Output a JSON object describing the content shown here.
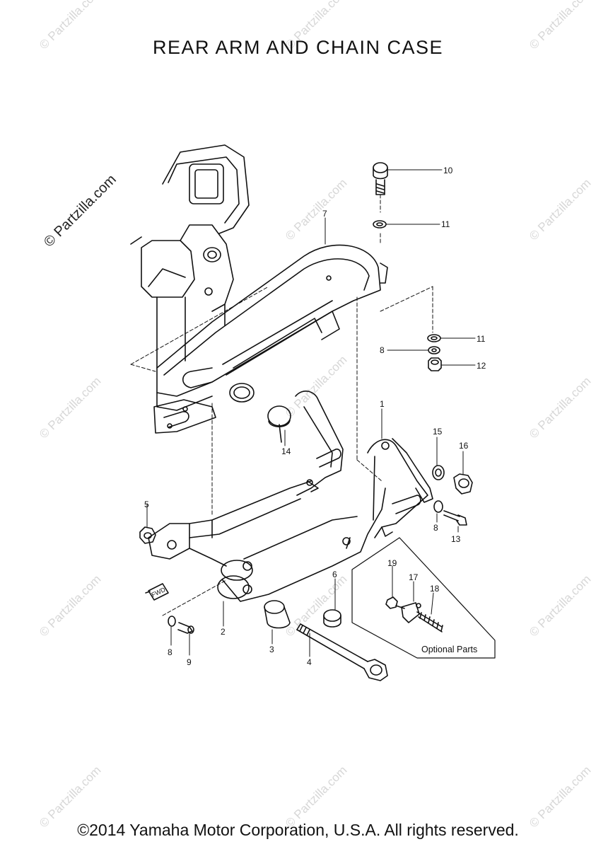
{
  "title": "REAR ARM  AND  CHAIN CASE",
  "footer": "©2014 Yamaha Motor Corporation, U.S.A. All rights reserved.",
  "watermark": {
    "main": "© Partzilla.com",
    "repeat": "© Partzilla.com"
  },
  "fwd_label": "FWD",
  "optional_parts_label": "Optional Parts",
  "callouts": {
    "c1": "1",
    "c2": "2",
    "c3": "3",
    "c4": "4",
    "c5": "5",
    "c6": "6",
    "c7": "7",
    "c8a": "8",
    "c8b": "8",
    "c8c": "8",
    "c9": "9",
    "c10": "10",
    "c11a": "11",
    "c11b": "11",
    "c12": "12",
    "c13": "13",
    "c14": "14",
    "c15": "15",
    "c16": "16",
    "c17": "17",
    "c18": "18",
    "c19": "19"
  }
}
